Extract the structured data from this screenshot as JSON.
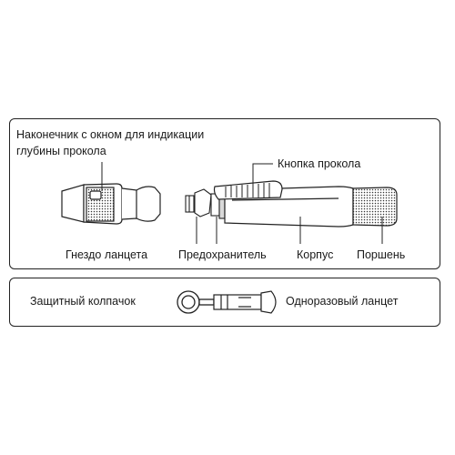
{
  "labels": {
    "tip_line1": "Наконечник с окном для индикации",
    "tip_line2": "глубины прокола",
    "button": "Кнопка прокола",
    "lancet_holder": "Гнездо ланцета",
    "safety": "Предохранитель",
    "body": "Корпус",
    "piston": "Поршень",
    "cap": "Защитный колпачок",
    "lancet": "Одноразовый ланцет"
  },
  "colors": {
    "stroke": "#222222",
    "fill": "#ffffff",
    "shade": "#d9d9d9"
  }
}
